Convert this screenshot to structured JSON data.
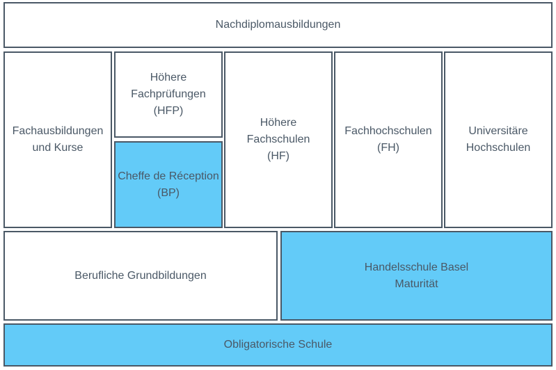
{
  "colors": {
    "border": "#4a5866",
    "text": "#4a5866",
    "highlight": "#63cbf8",
    "background": "#ffffff"
  },
  "blocks": {
    "postgraduate": "Nachdiplomausbildungen",
    "specialist_courses": "Fachausbildungen\nund Kurse",
    "higher_exams": "Höhere\nFachprüfungen\n(HFP)",
    "federal_certificate": "Cheffe de Réception\n(BP)",
    "colleges": "Höhere\nFachschulen\n(HF)",
    "applied_sciences": "Fachhochschulen\n(FH)",
    "universities": "Universitäre\nHochschulen",
    "vocational_basic": "Berufliche Grundbildungen",
    "commercial_school": "Handelsschule Basel\nMaturität",
    "compulsory_school": "Obligatorische Schule"
  }
}
